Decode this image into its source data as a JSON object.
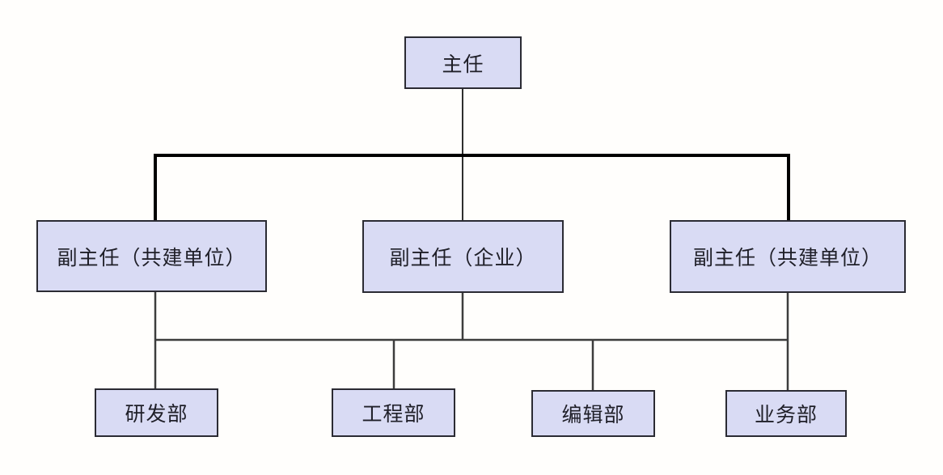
{
  "diagram": {
    "type": "org-chart",
    "root": {
      "label": "主任"
    },
    "deputies": [
      {
        "label": "副主任（共建单位）"
      },
      {
        "label": "副主任（企业）"
      },
      {
        "label": "副主任（共建单位）"
      }
    ],
    "departments": [
      {
        "label": "研发部"
      },
      {
        "label": "工程部"
      },
      {
        "label": "编辑部"
      },
      {
        "label": "业务部"
      }
    ],
    "colors": {
      "node_fill": "#d9dbf4",
      "node_border": "#2b2b33",
      "connector_bold": "#000000",
      "connector_thin": "#3d3d3d",
      "background": "#fffefc",
      "text": "#1f1f28"
    }
  }
}
